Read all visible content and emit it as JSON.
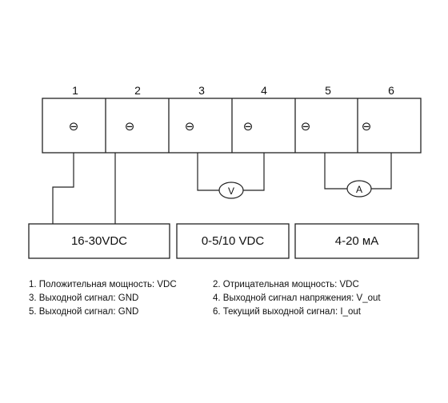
{
  "terminals": [
    {
      "number": "1",
      "symbol": "⊖"
    },
    {
      "number": "2",
      "symbol": "⊖"
    },
    {
      "number": "3",
      "symbol": "⊖"
    },
    {
      "number": "4",
      "symbol": "⊖"
    },
    {
      "number": "5",
      "symbol": "⊖"
    },
    {
      "number": "6",
      "symbol": "⊖"
    }
  ],
  "meters": {
    "voltmeter": "V",
    "ammeter": "A"
  },
  "boxes": {
    "power": "16-30VDC",
    "voltage": "0-5/10 VDC",
    "current": "4-20 мА"
  },
  "legend": {
    "item1": "1. Положительная мощность: VDC",
    "item2": "2. Отрицательная мощность: VDC",
    "item3": "3. Выходной сигнал: GND",
    "item4": "4. Выходной сигнал напряжения: V_out",
    "item5": "5. Выходной сигнал: GND",
    "item6": "6. Текущий выходной сигнал: I_out"
  }
}
